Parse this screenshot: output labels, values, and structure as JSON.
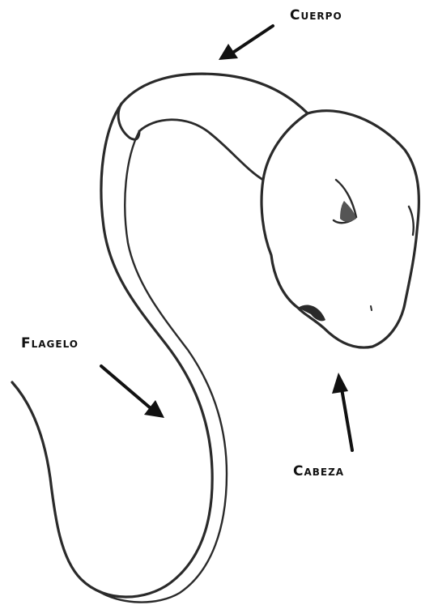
{
  "labels": {
    "cuerpo": "Cuerpo",
    "flagelo": "Flagelo",
    "cabeza": "Cabeza"
  },
  "colors": {
    "ink": "#111111",
    "pencil": "#2a2a2a",
    "shading": "#555555",
    "background": "#ffffff"
  },
  "style": {
    "text_transform": "small-caps"
  }
}
